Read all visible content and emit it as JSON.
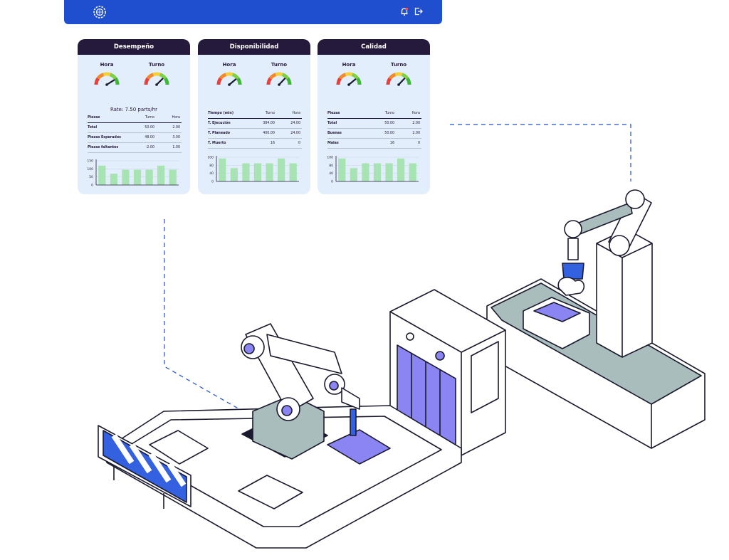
{
  "colors": {
    "topbar": "#1f4fcf",
    "card_bg": "#e3eefc",
    "card_header": "#261a3c",
    "bar": "#a8e4b3",
    "accent": "#7f7cf5"
  },
  "topbar": {
    "logo_icon": "gear-globe-icon",
    "notification_icon": "bell-icon",
    "logout_icon": "logout-icon"
  },
  "cards": [
    {
      "title": "Desempeño",
      "gauges": [
        {
          "label": "Hora",
          "value": 0.82
        },
        {
          "label": "Turno",
          "value": 0.75
        }
      ],
      "rate": "Rate: 7.50 parts/hr",
      "headers": [
        "Piezas",
        "Turno",
        "Hora"
      ],
      "rows": [
        [
          "Total",
          "50.00",
          "2.00"
        ],
        [
          "Piezas Esperados",
          "48.00",
          "3.00"
        ],
        [
          "Piezas faltantes",
          "-2.00",
          "1.00"
        ]
      ],
      "chart_data": {
        "type": "bar",
        "yticks": [
          "150",
          "100",
          "50",
          "0"
        ],
        "ylim": [
          0,
          150
        ],
        "values": [
          120,
          70,
          95,
          95,
          95,
          120,
          95
        ]
      }
    },
    {
      "title": "Disponibilidad",
      "gauges": [
        {
          "label": "Hora",
          "value": 0.78
        },
        {
          "label": "Turno",
          "value": 0.74
        }
      ],
      "headers": [
        "Tiempo (min)",
        "Turno",
        "Hora"
      ],
      "rows": [
        [
          "T. Ejecución",
          "384.00",
          "24.00"
        ],
        [
          "T. Planeado",
          "400.00",
          "24.00"
        ],
        [
          "T. Muerto",
          "16",
          "0"
        ]
      ],
      "chart_data": {
        "type": "bar",
        "yticks": [
          "100",
          "80",
          "40",
          "0"
        ],
        "ylim": [
          0,
          100
        ],
        "values": [
          95,
          55,
          75,
          75,
          75,
          95,
          75
        ]
      }
    },
    {
      "title": "Calidad",
      "gauges": [
        {
          "label": "Hora",
          "value": 0.78
        },
        {
          "label": "Turno",
          "value": 0.74
        }
      ],
      "headers": [
        "Piezas",
        "Turno",
        "Hora"
      ],
      "rows": [
        [
          "Total",
          "50.00",
          "2.00"
        ],
        [
          "Buenas",
          "50.00",
          "2.00"
        ],
        [
          "Malas",
          "16",
          "0"
        ]
      ],
      "chart_data": {
        "type": "bar",
        "yticks": [
          "100",
          "80",
          "40",
          "0"
        ],
        "ylim": [
          0,
          100
        ],
        "values": [
          95,
          55,
          75,
          75,
          75,
          95,
          75
        ]
      }
    }
  ]
}
